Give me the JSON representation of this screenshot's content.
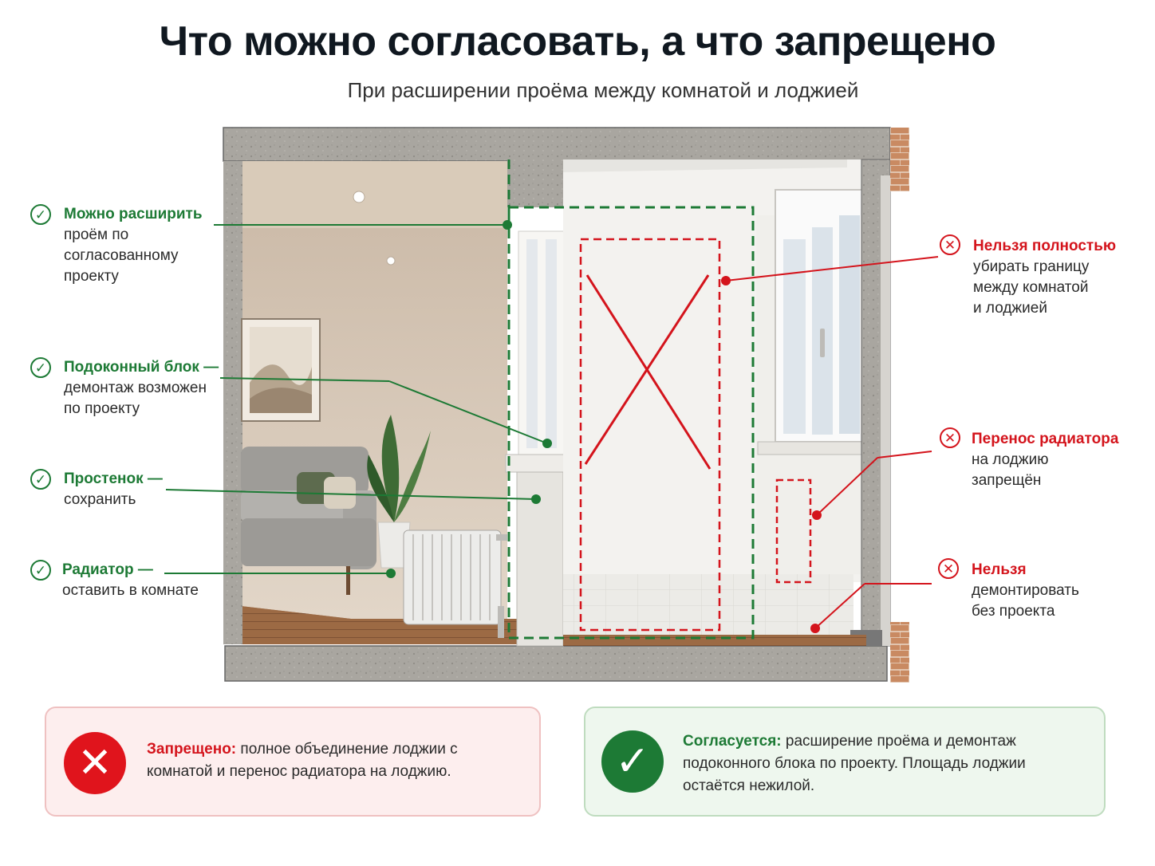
{
  "title": "Что можно согласовать, а что запрещено",
  "subtitle": "При расширении проёма между комнатой и лоджией",
  "allowed": [
    {
      "head": "Можно расширить",
      "lines": [
        "проём по",
        "согласованному",
        "проекту"
      ]
    },
    {
      "head": "Подоконный блок —",
      "lines": [
        "демонтаж возможен",
        "по проекту"
      ]
    },
    {
      "head": "Простенок —",
      "lines": [
        "сохранить"
      ]
    },
    {
      "head": "Радиатор —",
      "lines": [
        "оставить в комнате"
      ]
    }
  ],
  "forbidden": [
    {
      "head": "Нельзя полностью",
      "lines": [
        "убирать границу",
        "между комнатой",
        "и лоджией"
      ]
    },
    {
      "head": "Перенос радиатора",
      "lines": [
        "на лоджию",
        "запрещён"
      ]
    },
    {
      "head": "Нельзя",
      "lines": [
        "демонтировать",
        "без проекта"
      ]
    }
  ],
  "panels": {
    "forbidden": {
      "lead": "Запрещено:",
      "text": " полное объединение лоджии с комнатой и перенос радиатора на лоджию."
    },
    "allowed": {
      "lead": "Согласуется:",
      "text": " расширение проёма и демонтаж подоконного блока по проекту. Площадь лоджии остаётся нежилой."
    }
  },
  "icons": {
    "allowed": "check-circle-icon",
    "forbidden": "cross-circle-icon"
  },
  "colors": {
    "allowed": "#1d7a35",
    "forbidden": "#d4141c",
    "title": "#101820"
  }
}
